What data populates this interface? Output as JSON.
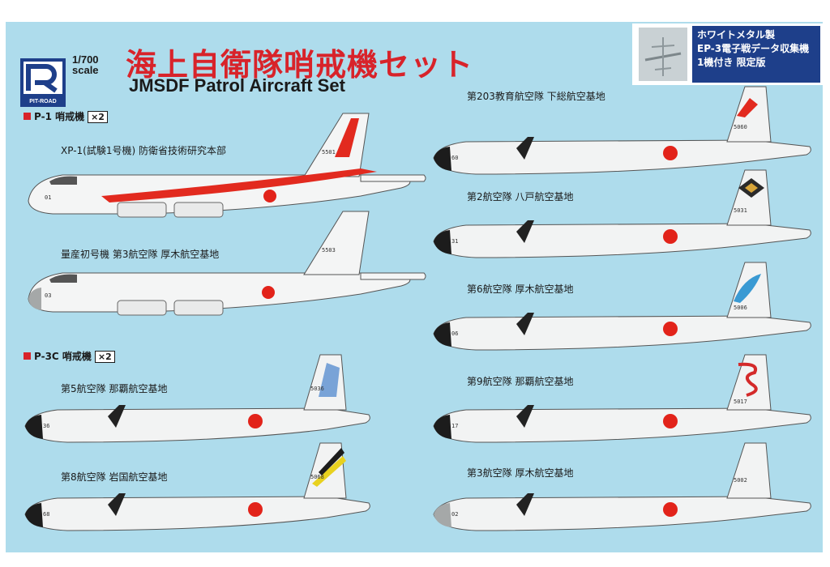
{
  "brand": {
    "logo_text": "PIT-ROAD"
  },
  "scale": {
    "line1": "1/700",
    "line2": "scale"
  },
  "title": {
    "jp": "海上自衛隊哨戒機セット",
    "en": "JMSDF Patrol Aircraft Set"
  },
  "promo": {
    "line1": "ホワイトメタル製",
    "line2": "EP-3電子戦データ収集機",
    "line3": "1機付き 限定版"
  },
  "sections": {
    "p1": {
      "label": "P-1 哨戒機",
      "count": "×2"
    },
    "p3c": {
      "label": "P-3C 哨戒機",
      "count": "×2"
    }
  },
  "aircraft": {
    "xp1": {
      "caption": "XP-1(試験1号機) 防衛省技術研究本部",
      "tail_number": "5501",
      "nose_number": "01"
    },
    "p1": {
      "caption": "量産初号機 第3航空隊 厚木航空基地",
      "tail_number": "5503",
      "nose_number": "03"
    },
    "p3c_5": {
      "caption": "第5航空隊 那覇航空基地",
      "tail_number": "5036",
      "nose_number": "36"
    },
    "p3c_8": {
      "caption": "第8航空隊 岩国航空基地",
      "tail_number": "5068",
      "nose_number": "68"
    },
    "p3c_203": {
      "caption": "第203教育航空隊 下総航空基地",
      "tail_number": "5060",
      "nose_number": "60"
    },
    "p3c_2": {
      "caption": "第2航空隊 八戸航空基地",
      "tail_number": "5031",
      "nose_number": "31"
    },
    "p3c_6": {
      "caption": "第6航空隊 厚木航空基地",
      "tail_number": "5006",
      "nose_number": "06"
    },
    "p3c_9": {
      "caption": "第9航空隊 那覇航空基地",
      "tail_number": "5017",
      "nose_number": "17"
    },
    "p3c_3": {
      "caption": "第3航空隊 厚木航空基地",
      "tail_number": "5002",
      "nose_number": "02"
    }
  },
  "colors": {
    "background": "#aedcec",
    "title_red": "#d8232a",
    "promo_blue": "#1e3f8a",
    "hinomaru": "#e2231a"
  }
}
